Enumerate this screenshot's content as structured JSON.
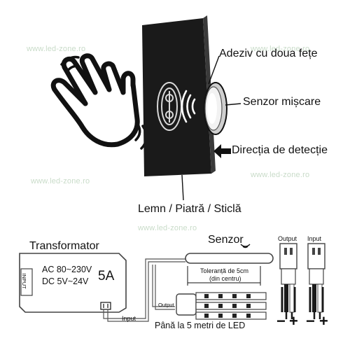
{
  "watermark": "www.led-zone.ro",
  "top_diagram": {
    "tape_label": "Adeziv cu doua fețe",
    "sensor_label": "Senzor mișcare",
    "direction_label": "Direcția de detecție",
    "material_label": "Lemn / Piatră / Sticlă"
  },
  "wiring": {
    "transformer_title": "Transformator",
    "ac_label": "AC 80~230V",
    "dc_label": "DC 5V~24V",
    "current_label": "5A",
    "input_tag": "INPUT",
    "input_label": "Input",
    "sensor_title": "Senzor",
    "tolerance_line1": "Toleranță de 5cm",
    "tolerance_line2": "(din centru)",
    "output_label": "Output",
    "led_length_label": "Până la 5 metri de LED",
    "connector_output_label": "Output",
    "connector_input_label": "Input",
    "minus_symbol": "−",
    "plus_symbol": "+"
  }
}
